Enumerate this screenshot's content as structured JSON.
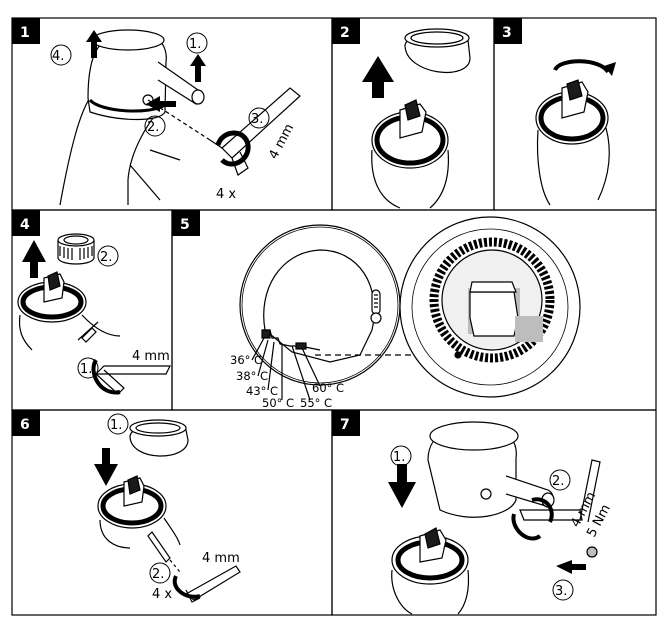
{
  "panels": [
    {
      "number": "1"
    },
    {
      "number": "2"
    },
    {
      "number": "3"
    },
    {
      "number": "4"
    },
    {
      "number": "5"
    },
    {
      "number": "6"
    },
    {
      "number": "7"
    }
  ],
  "step1": {
    "label_1": "1.",
    "label_2": "2.",
    "label_3": "3.",
    "label_4": "4.",
    "tool": "4 mm",
    "count": "4 x"
  },
  "step4": {
    "label_1": "1.",
    "label_2": "2.",
    "tool": "4 mm"
  },
  "step5": {
    "temps": [
      "36° C",
      "38° C",
      "43° C",
      "50° C",
      "55° C",
      "60° C"
    ]
  },
  "step6": {
    "label_1": "1.",
    "label_2": "2.",
    "tool": "4 mm",
    "count": "4 x"
  },
  "step7": {
    "label_1": "1.",
    "label_2": "2.",
    "label_3": "3.",
    "tool": "4 mm",
    "torque": "5 Nm"
  },
  "colors": {
    "line": "#000000",
    "fill_gray": "#bdbdbd",
    "dark": "#1a1a1a"
  }
}
